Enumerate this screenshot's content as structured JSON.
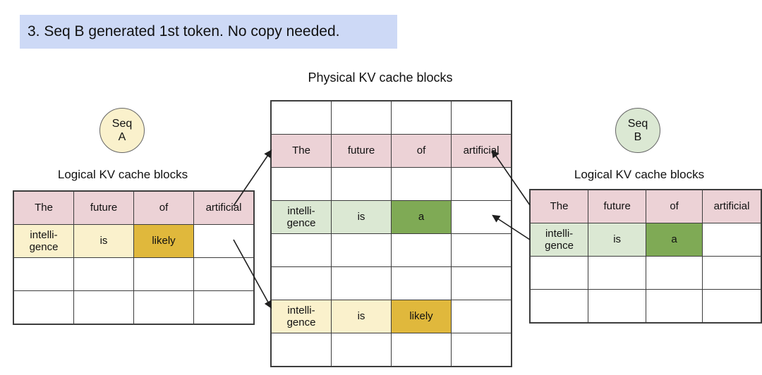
{
  "colors": {
    "banner_bg": "#cdd9f6",
    "pink": "#ecd2d6",
    "cream": "#faf1cc",
    "gold": "#e0b83c",
    "green": "#dbe8d3",
    "dgreen": "#7faa55",
    "border": "#3d3d3d",
    "arrow": "#1f1f1f"
  },
  "banner": {
    "text": "3. Seq B generated 1st token. No copy needed."
  },
  "physical": {
    "title": "Physical KV cache blocks",
    "rows": [
      [
        {
          "t": "",
          "bg": "none"
        },
        {
          "t": "",
          "bg": "none"
        },
        {
          "t": "",
          "bg": "none"
        },
        {
          "t": "",
          "bg": "none"
        }
      ],
      [
        {
          "t": "The",
          "bg": "pink"
        },
        {
          "t": "future",
          "bg": "pink"
        },
        {
          "t": "of",
          "bg": "pink"
        },
        {
          "t": "artificial",
          "bg": "pink"
        }
      ],
      [
        {
          "t": "",
          "bg": "none"
        },
        {
          "t": "",
          "bg": "none"
        },
        {
          "t": "",
          "bg": "none"
        },
        {
          "t": "",
          "bg": "none"
        }
      ],
      [
        {
          "t": "intelli-gence",
          "bg": "green"
        },
        {
          "t": "is",
          "bg": "green"
        },
        {
          "t": "a",
          "bg": "dgreen"
        },
        {
          "t": "",
          "bg": "none"
        }
      ],
      [
        {
          "t": "",
          "bg": "none"
        },
        {
          "t": "",
          "bg": "none"
        },
        {
          "t": "",
          "bg": "none"
        },
        {
          "t": "",
          "bg": "none"
        }
      ],
      [
        {
          "t": "",
          "bg": "none"
        },
        {
          "t": "",
          "bg": "none"
        },
        {
          "t": "",
          "bg": "none"
        },
        {
          "t": "",
          "bg": "none"
        }
      ],
      [
        {
          "t": "intelli-gence",
          "bg": "cream"
        },
        {
          "t": "is",
          "bg": "cream"
        },
        {
          "t": "likely",
          "bg": "gold"
        },
        {
          "t": "",
          "bg": "none"
        }
      ],
      [
        {
          "t": "",
          "bg": "none"
        },
        {
          "t": "",
          "bg": "none"
        },
        {
          "t": "",
          "bg": "none"
        },
        {
          "t": "",
          "bg": "none"
        }
      ]
    ]
  },
  "seq_a": {
    "badge_line1": "Seq",
    "badge_line2": "A",
    "label": "Logical KV cache blocks",
    "rows": [
      [
        {
          "t": "The",
          "bg": "pink"
        },
        {
          "t": "future",
          "bg": "pink"
        },
        {
          "t": "of",
          "bg": "pink"
        },
        {
          "t": "artificial",
          "bg": "pink"
        }
      ],
      [
        {
          "t": "intelli-gence",
          "bg": "cream"
        },
        {
          "t": "is",
          "bg": "cream"
        },
        {
          "t": "likely",
          "bg": "gold"
        },
        {
          "t": "",
          "bg": "none"
        }
      ],
      [
        {
          "t": "",
          "bg": "none"
        },
        {
          "t": "",
          "bg": "none"
        },
        {
          "t": "",
          "bg": "none"
        },
        {
          "t": "",
          "bg": "none"
        }
      ],
      [
        {
          "t": "",
          "bg": "none"
        },
        {
          "t": "",
          "bg": "none"
        },
        {
          "t": "",
          "bg": "none"
        },
        {
          "t": "",
          "bg": "none"
        }
      ]
    ]
  },
  "seq_b": {
    "badge_line1": "Seq",
    "badge_line2": "B",
    "label": "Logical KV cache blocks",
    "rows": [
      [
        {
          "t": "The",
          "bg": "pink"
        },
        {
          "t": "future",
          "bg": "pink"
        },
        {
          "t": "of",
          "bg": "pink"
        },
        {
          "t": "artificial",
          "bg": "pink"
        }
      ],
      [
        {
          "t": "intelli-gence",
          "bg": "green"
        },
        {
          "t": "is",
          "bg": "green"
        },
        {
          "t": "a",
          "bg": "dgreen"
        },
        {
          "t": "",
          "bg": "none"
        }
      ],
      [
        {
          "t": "",
          "bg": "none"
        },
        {
          "t": "",
          "bg": "none"
        },
        {
          "t": "",
          "bg": "none"
        },
        {
          "t": "",
          "bg": "none"
        }
      ],
      [
        {
          "t": "",
          "bg": "none"
        },
        {
          "t": "",
          "bg": "none"
        },
        {
          "t": "",
          "bg": "none"
        },
        {
          "t": "",
          "bg": "none"
        }
      ]
    ]
  }
}
